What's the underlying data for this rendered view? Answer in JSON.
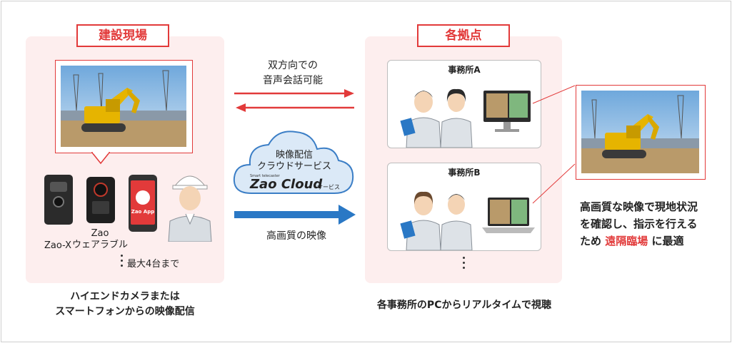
{
  "site": {
    "tag": "建設現場",
    "device1": "Zao-X",
    "device2_line1": "Zao",
    "device2_line2": "ウェアラブル",
    "app_label": "Zao App",
    "max_units": "最大4台まで",
    "caption_line1": "ハイエンドカメラまたは",
    "caption_line2": "スマートフォンからの映像配信"
  },
  "middle": {
    "two_way_line1": "双方向での",
    "two_way_line2": "音声会話可能",
    "cloud_line1": "映像配信",
    "cloud_line2": "クラウドサービス",
    "cloud_small": "Smart telecaster",
    "cloud_brand": "Zao Cloud",
    "cloud_suffix": "サービス",
    "hq_video": "高画質の映像"
  },
  "offices": {
    "tag": "各拠点",
    "office_a": "事務所A",
    "office_b": "事務所B",
    "caption": "各事務所のPCからリアルタイムで視聴"
  },
  "benefit": {
    "line1": "高画質な映像で現地状況",
    "line2": "を確認し、指示を行える",
    "line3_pre": "ため",
    "line3_highlight": "遠隔臨場",
    "line3_post": "に最適"
  },
  "colors": {
    "accent": "#e23a3a",
    "arrow_blue": "#2a78c5",
    "panel": "#fdeeee"
  }
}
